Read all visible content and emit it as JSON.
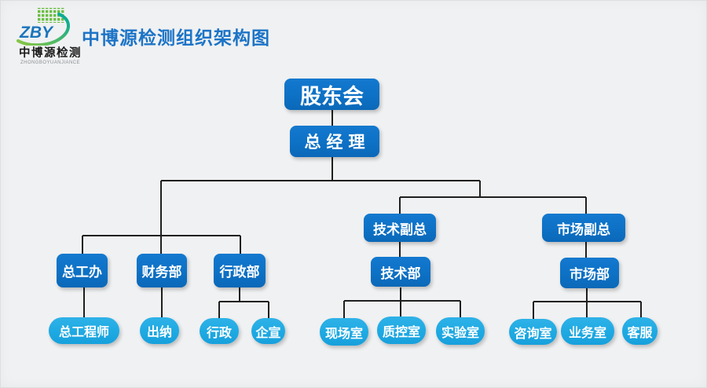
{
  "logo": {
    "monogram": "ZBY",
    "company_cn": "中博源检测",
    "company_en": "ZHONGBOYUANJIANCE"
  },
  "header": {
    "title": "中博源检测组织架构图"
  },
  "colors": {
    "title_text": "#1c74c7",
    "primary_node": "#0d71c5",
    "secondary_node": "#1ea9e2",
    "connector_line": "#1f1f1f",
    "background": "#f0f1f2",
    "node_text": "#ffffff",
    "logo_green": "#6bbf45",
    "logo_teal": "#00a99d",
    "logo_blue": "#1b75bc"
  },
  "org": {
    "nodes": [
      {
        "id": "shareholders",
        "label": "股东会",
        "parent": null,
        "tier": 1
      },
      {
        "id": "general-manager",
        "label": "总经理",
        "parent": "股东会",
        "tier": 2
      },
      {
        "id": "chief-eng-office",
        "label": "总工办",
        "parent": "总经理",
        "tier": 3
      },
      {
        "id": "finance-dept",
        "label": "财务部",
        "parent": "总经理",
        "tier": 3
      },
      {
        "id": "admin-dept",
        "label": "行政部",
        "parent": "总经理",
        "tier": 3
      },
      {
        "id": "tech-vp",
        "label": "技术副总",
        "parent": "总经理",
        "tier": 3
      },
      {
        "id": "market-vp",
        "label": "市场副总",
        "parent": "总经理",
        "tier": 3
      },
      {
        "id": "tech-dept",
        "label": "技术部",
        "parent": "技术副总",
        "tier": 4
      },
      {
        "id": "market-dept",
        "label": "市场部",
        "parent": "市场副总",
        "tier": 4
      },
      {
        "id": "chief-engineer",
        "label": "总工程师",
        "parent": "总工办",
        "tier": 5
      },
      {
        "id": "cashier",
        "label": "出纳",
        "parent": "财务部",
        "tier": 5
      },
      {
        "id": "administration",
        "label": "行政",
        "parent": "行政部",
        "tier": 5
      },
      {
        "id": "corp-publicity",
        "label": "企宣",
        "parent": "行政部",
        "tier": 5
      },
      {
        "id": "field-office",
        "label": "现场室",
        "parent": "技术部",
        "tier": 5
      },
      {
        "id": "qc-office",
        "label": "质控室",
        "parent": "技术部",
        "tier": 5
      },
      {
        "id": "laboratory",
        "label": "实验室",
        "parent": "技术部",
        "tier": 5
      },
      {
        "id": "consult-office",
        "label": "咨询室",
        "parent": "市场部",
        "tier": 5
      },
      {
        "id": "business-office",
        "label": "业务室",
        "parent": "市场部",
        "tier": 5
      },
      {
        "id": "customer-service",
        "label": "客服",
        "parent": "市场部",
        "tier": 5
      }
    ]
  }
}
